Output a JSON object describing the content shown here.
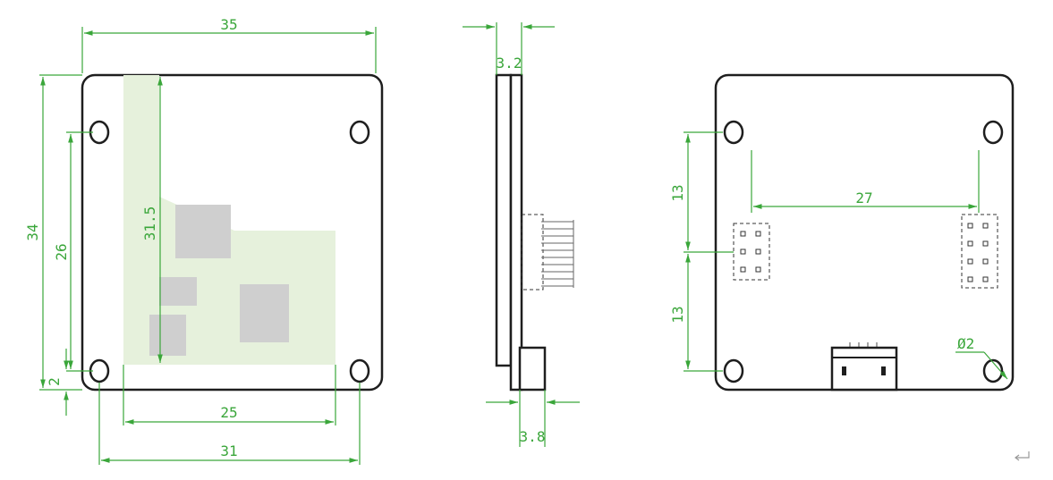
{
  "views": {
    "front": {
      "dims": {
        "width_top": "35",
        "height_total": "34",
        "hole_spacing_v": "26",
        "inner_height": "31.5",
        "hole_offset": "2",
        "inner_width": "25",
        "hole_spacing_h": "31"
      }
    },
    "side": {
      "dims": {
        "board_thickness": "3.2",
        "connector_depth": "3.8"
      }
    },
    "back": {
      "dims": {
        "upper_spacing": "13",
        "lower_spacing": "13",
        "header_spacing": "27",
        "hole_diameter": "Ø2"
      }
    }
  },
  "colors": {
    "dimension": "#3aa63a",
    "outline": "#1e1e1e",
    "component": "#cfcfcf",
    "silk_bg": "#e6f1dc"
  },
  "icons": {
    "corner": "return-arrow-icon"
  }
}
